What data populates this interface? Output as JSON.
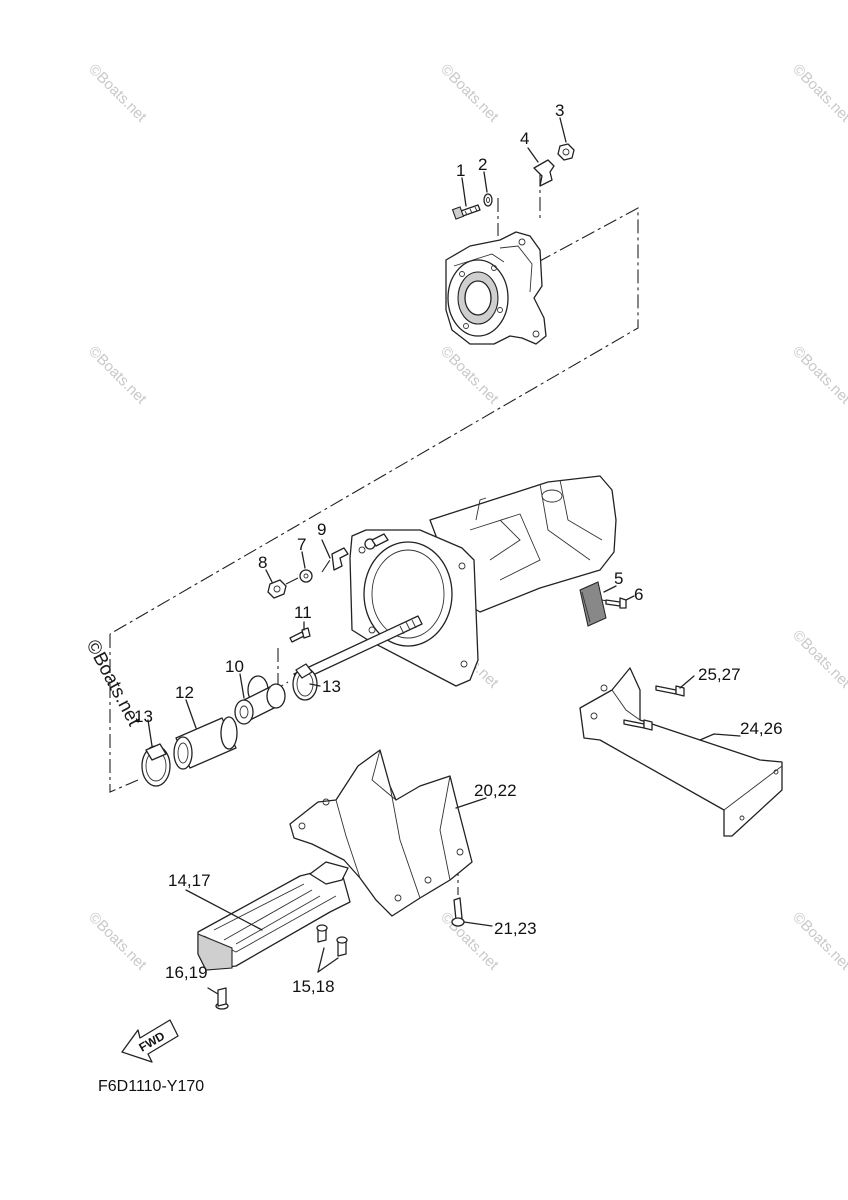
{
  "diagram": {
    "drawing_code": "F6D1110-Y170",
    "direction_arrow_text": "FWD",
    "watermark_text": "©Boats.net",
    "callouts": [
      {
        "id": "c1",
        "text": "1"
      },
      {
        "id": "c2",
        "text": "2"
      },
      {
        "id": "c3",
        "text": "3"
      },
      {
        "id": "c4",
        "text": "4"
      },
      {
        "id": "c5",
        "text": "5"
      },
      {
        "id": "c6",
        "text": "6"
      },
      {
        "id": "c7",
        "text": "7"
      },
      {
        "id": "c8",
        "text": "8"
      },
      {
        "id": "c9",
        "text": "9"
      },
      {
        "id": "c10",
        "text": "10"
      },
      {
        "id": "c11",
        "text": "11"
      },
      {
        "id": "c12",
        "text": "12"
      },
      {
        "id": "c13a",
        "text": "13"
      },
      {
        "id": "c13b",
        "text": "13"
      },
      {
        "id": "c14",
        "text": "14,17"
      },
      {
        "id": "c15",
        "text": "15,18"
      },
      {
        "id": "c16",
        "text": "16,19"
      },
      {
        "id": "c20",
        "text": "20,22"
      },
      {
        "id": "c21",
        "text": "21,23"
      },
      {
        "id": "c24",
        "text": "24,26"
      },
      {
        "id": "c25",
        "text": "25,27"
      }
    ]
  }
}
